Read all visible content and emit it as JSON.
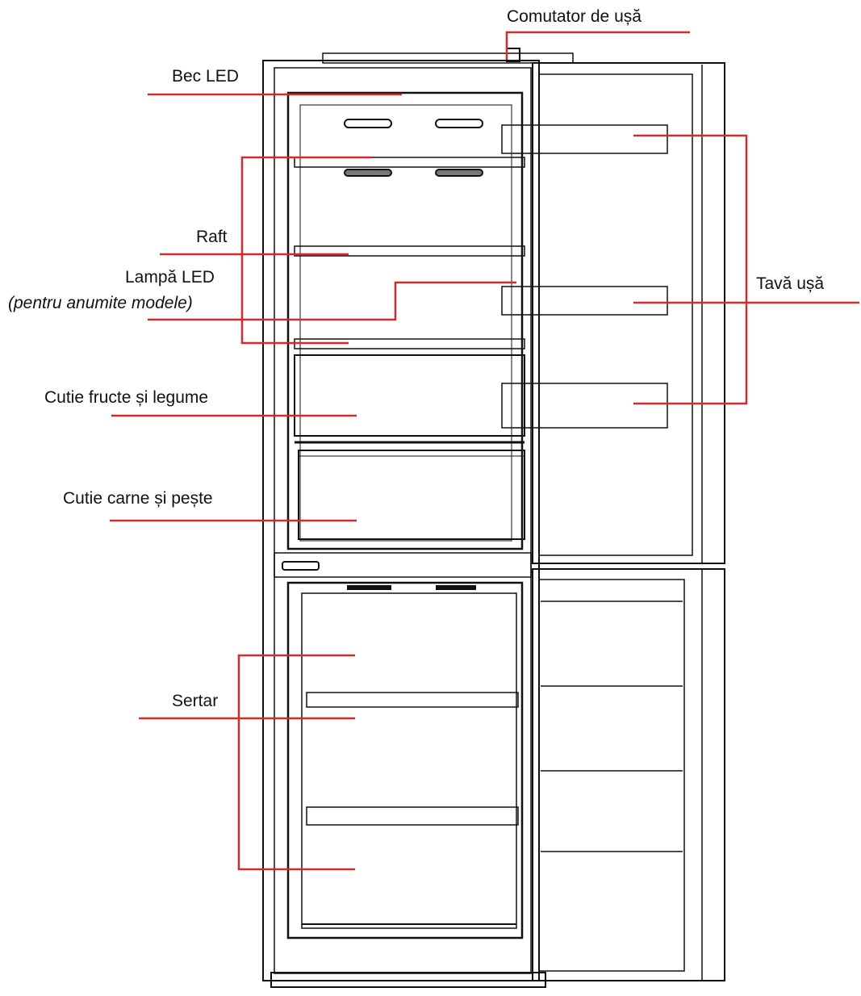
{
  "diagram": {
    "colors": {
      "leader": "#d42a2a",
      "outline": "#111111",
      "detail": "#555555",
      "background": "#ffffff"
    },
    "labels": {
      "door_switch": "Comutator de ușă",
      "led_bulb": "Bec LED",
      "shelf": "Raft",
      "led_lamp": "Lampă LED",
      "led_lamp_note": "(pentru anumite modele)",
      "fruit_box": "Cutie fructe și legume",
      "meat_box": "Cutie carne și pește",
      "drawer": "Sertar",
      "door_tray": "Tavă ușă"
    }
  }
}
